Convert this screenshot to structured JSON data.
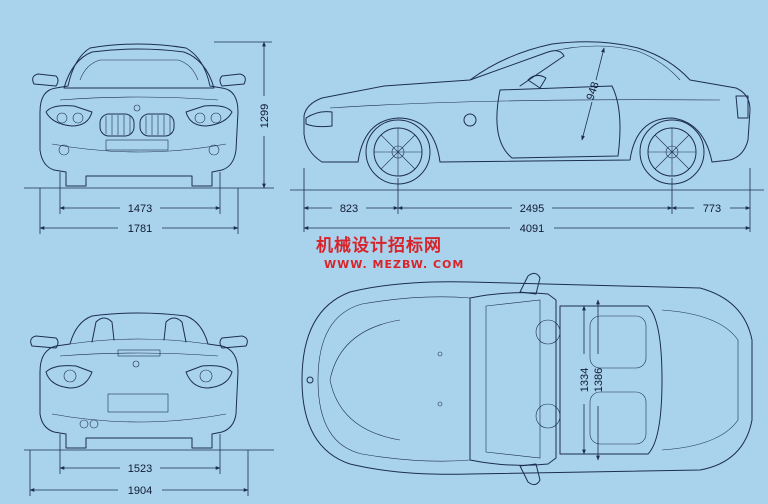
{
  "dimensions": {
    "front_track": "1473",
    "front_width": "1781",
    "height": "1299",
    "front_overhang": "823",
    "wheelbase": "2495",
    "rear_overhang": "773",
    "length": "4091",
    "headroom": "948",
    "rear_track": "1523",
    "rear_width": "1904",
    "cabin_width_a": "1334",
    "cabin_width_b": "1386"
  },
  "watermark": {
    "line1": "机械设计招标网",
    "line2": "WWW. MEZBW. COM"
  },
  "colors": {
    "background": "#a9d3ec",
    "ink": "#1d2d55",
    "watermark": "#d8232a"
  }
}
